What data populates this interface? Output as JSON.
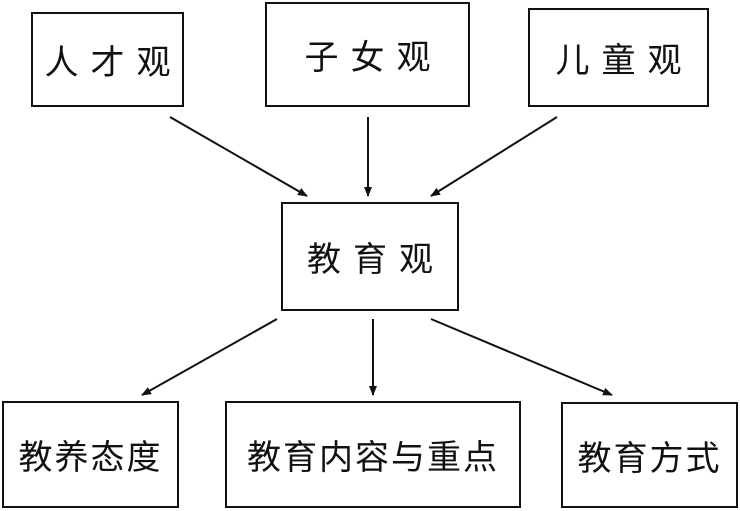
{
  "diagram": {
    "nodes": {
      "rencai": {
        "label": "人才观"
      },
      "zinv": {
        "label": "子女观"
      },
      "ertong": {
        "label": "儿童观"
      },
      "jiaoyu": {
        "label": "教育观"
      },
      "taidu": {
        "label": "教养态度"
      },
      "neirong": {
        "label": "教育内容与重点"
      },
      "fangshi": {
        "label": "教育方式"
      }
    },
    "edges": [
      {
        "from": "rencai",
        "to": "jiaoyu"
      },
      {
        "from": "zinv",
        "to": "jiaoyu"
      },
      {
        "from": "ertong",
        "to": "jiaoyu"
      },
      {
        "from": "jiaoyu",
        "to": "taidu"
      },
      {
        "from": "jiaoyu",
        "to": "neirong"
      },
      {
        "from": "jiaoyu",
        "to": "fangshi"
      }
    ],
    "colors": {
      "line": "#111111",
      "border": "#111111",
      "text": "#111111",
      "background": "#ffffff"
    }
  }
}
